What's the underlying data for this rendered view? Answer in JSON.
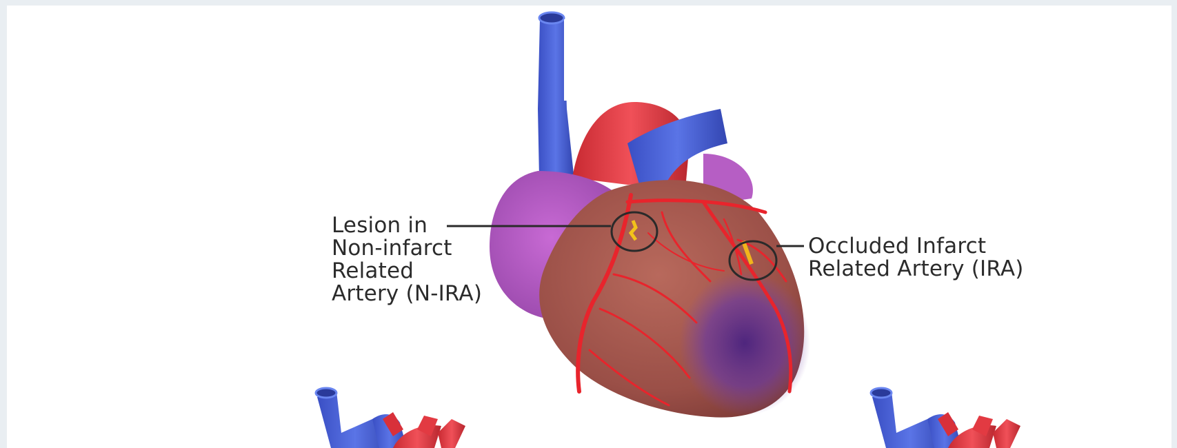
{
  "labels": {
    "non_infarct": [
      "Lesion in",
      "Non-infarct",
      "Related",
      "Artery (N-IRA)"
    ],
    "infarct": [
      "Occluded Infarct",
      "Related Artery (IRA)"
    ]
  },
  "colors": {
    "vein_blue": "#4a63d8",
    "artery_red": "#e0323a",
    "atrium_purple": "#b45dc4",
    "myocardium": "#a0574d",
    "infarct_purple": "#5a2a8c",
    "background": "#ffffff"
  }
}
